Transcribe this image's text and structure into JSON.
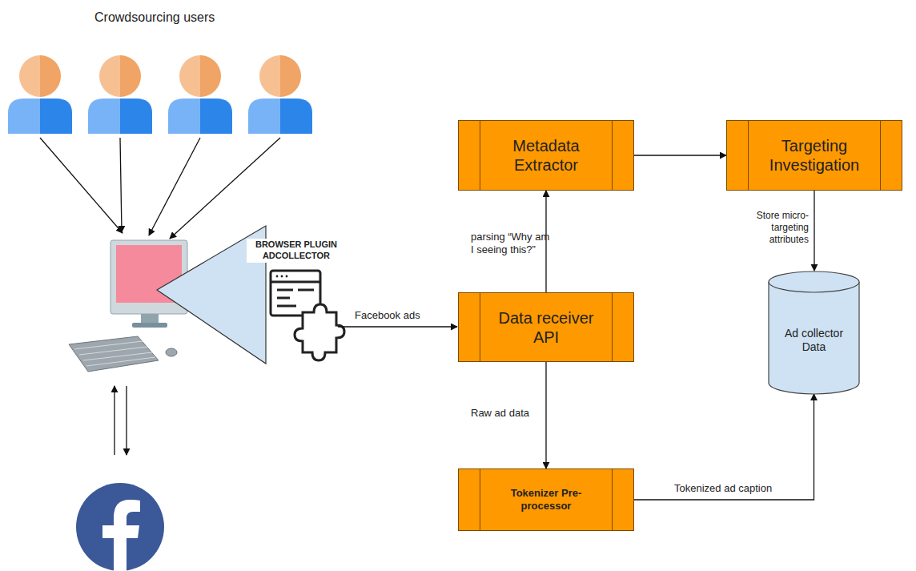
{
  "diagram": {
    "nodes": [
      {
        "text": [
          "Metadata Extractor"
        ]
      },
      {
        "text": [
          "Targeting Investigation"
        ]
      },
      {
        "text": [
          "Data receiver API"
        ]
      },
      {
        "text": [
          "Ad collector Data"
        ]
      },
      {
        "text": [
          "Tokenizer Pre-processor"
        ]
      }
    ],
    "edges": [
      {
        "from": 2,
        "to": 0,
        "arrow": "to",
        "label": "parsing “Why am I seeing this?”"
      },
      {
        "from": 0,
        "to": 1,
        "arrow": "to"
      },
      {
        "from": 1,
        "to": 3,
        "arrow": "to",
        "label": "Store micro-targeting attributes"
      },
      {
        "from": 2,
        "to": 4,
        "arrow": "to",
        "label": "Raw ad data"
      },
      {
        "from": 4,
        "to": 3,
        "arrow": "to",
        "label": "Tokenized ad caption"
      }
    ],
    "labels": [
      "Crowdsourcing users",
      "BROWSER PLUGIN ADCOLLECTOR",
      "Facebook ads"
    ]
  }
}
